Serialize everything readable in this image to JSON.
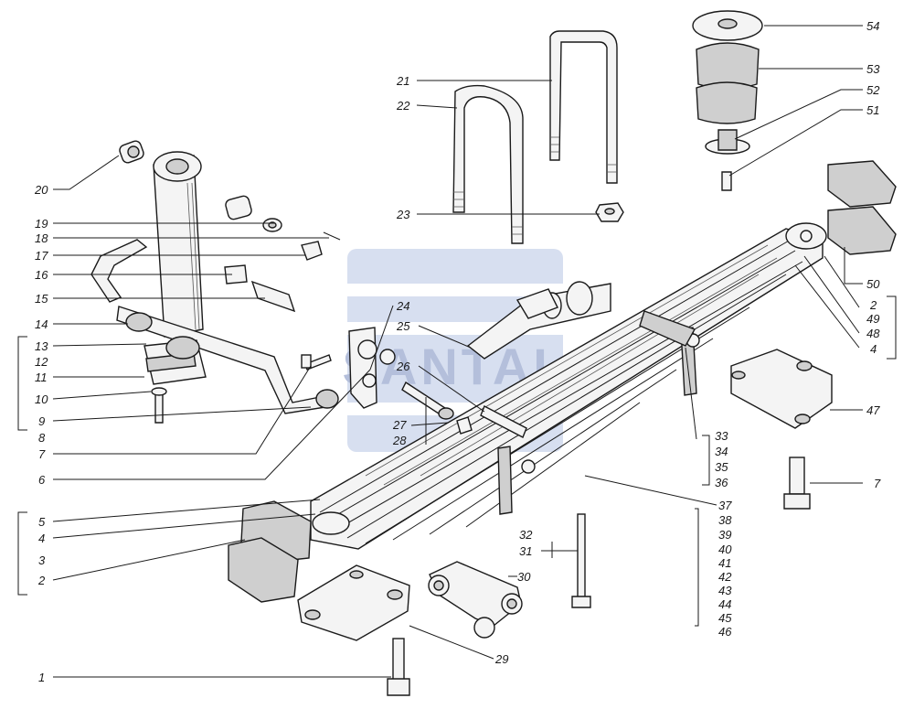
{
  "watermark": "SANTAL",
  "callouts": [
    "1",
    "2",
    "3",
    "4",
    "5",
    "6",
    "7",
    "8",
    "9",
    "10",
    "11",
    "12",
    "13",
    "14",
    "15",
    "16",
    "17",
    "18",
    "19",
    "20",
    "21",
    "22",
    "23",
    "24",
    "25",
    "26",
    "27",
    "28",
    "29",
    "30",
    "31",
    "32",
    "33",
    "34",
    "35",
    "36",
    "37",
    "38",
    "39",
    "40",
    "41",
    "42",
    "43",
    "44",
    "45",
    "46",
    "47",
    "48",
    "49",
    "50",
    "51",
    "52",
    "53",
    "54"
  ],
  "colors": {
    "line": "#1a1a1a",
    "watermark": "#2a4a9a"
  }
}
